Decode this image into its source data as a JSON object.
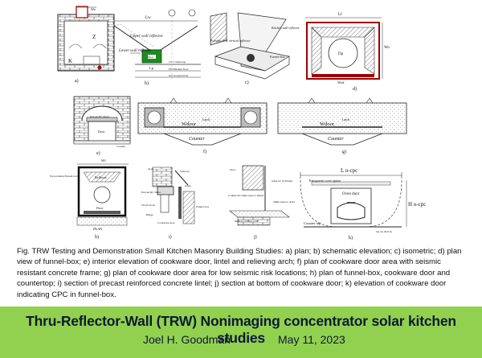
{
  "panels": {
    "a": {
      "label": "a)",
      "texts": [
        "Wo",
        "Z",
        "K"
      ]
    },
    "b": {
      "label": "b)",
      "texts": [
        "Lw",
        "Upper wall reflector",
        "Lower wall reflector",
        "Door",
        "Lp",
        "CC Countertop",
        "FF Finished floor",
        "GG Ground level"
      ]
    },
    "c": {
      "label": "c)",
      "texts": [
        "Portable E/W vertical reflector",
        "Kitchen wall reflector",
        "Funnel-box"
      ]
    },
    "d": {
      "label": "d)",
      "texts": [
        "Lf",
        "Wo",
        "Dp",
        "Wod"
      ]
    },
    "e": {
      "label": "e)",
      "texts": [
        "Precast RC lintel",
        "Door",
        "Counter"
      ]
    },
    "f": {
      "label": "f)",
      "texts": [
        "Latch",
        "Wdoor",
        "Counter"
      ]
    },
    "g": {
      "label": "g)",
      "texts": [
        "Latch",
        "Wdoor",
        "Counter"
      ]
    },
    "h": {
      "label": "h)",
      "texts": [
        "Wf",
        "Reflector",
        "Ferrocement Funnel-box",
        "Door",
        "PLAN"
      ]
    },
    "i": {
      "label": "i)",
      "texts": [
        "Arch",
        "reflector",
        "Glass",
        "Precast RC lintel",
        "Wood block",
        "Hinge",
        "Cookware door",
        "Funnel-box"
      ]
    },
    "j": {
      "label": "j)",
      "texts": [
        "Door",
        "reflector in Funnel",
        "Counter tile slight slope to funnel",
        "Slight slope to drain",
        "Masonry kitchen wall"
      ]
    },
    "k": {
      "label": "k)",
      "texts": [
        "L o-cpc",
        "Transparent cover option",
        "Oven door",
        "H o-cpc",
        "Counter top",
        "Jan. 04, 2023 JG"
      ]
    }
  },
  "caption": "Fig.  TRW Testing and Demonstration Small Kitchen Masonry Building Studies: a) plan; b) schematic elevation; c) isometric; d) plan view of funnel-box; e) interior elevation of cookware door, lintel and relieving arch; f) plan of cookware door area with seismic resistant concrete frame; g) plan of cookware door area for low seismic risk locations; h) plan of funnel-box, cookware door and countertop; i) section of precast reinforced concrete lintel; j) section at bottom of cookware door; k) elevation of cookware door indicating CPC in funnel-box.",
  "footer": {
    "title": "Thru-Reflector-Wall (TRW) Nonimaging concentrator solar kitchen studies",
    "author": "Joel H. Goodman",
    "date": "May 11, 2023"
  },
  "colors": {
    "footer_bg": "#92d050",
    "accent_red": "#a00000",
    "accent_green": "#1f8a1f"
  }
}
